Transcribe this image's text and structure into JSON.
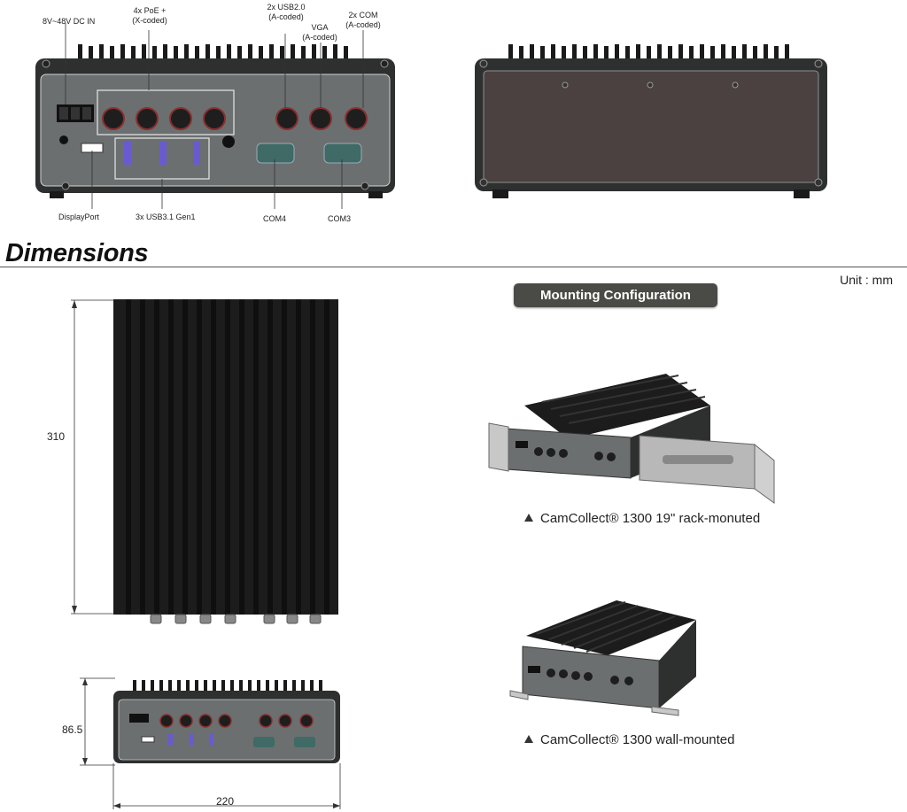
{
  "callouts": {
    "dc_in": "8V~48V DC IN",
    "poe_line1": "4x PoE +",
    "poe_line2": "(X-coded)",
    "usb2_line1": "2x USB2.0",
    "usb2_line2": "(A-coded)",
    "vga_line1": "VGA",
    "vga_line2": "(A-coded)",
    "com_line1": "2x COM",
    "com_line2": "(A-coded)",
    "displayport": "DisplayPort",
    "usb31": "3x USB3.1 Gen1",
    "com4": "COM4",
    "com3": "COM3"
  },
  "section": {
    "title": "Dimensions",
    "unit": "Unit : mm"
  },
  "dimensions": {
    "depth": "310",
    "height": "86.5",
    "width": "220"
  },
  "mounting": {
    "title": "Mounting Configuration",
    "rack_caption": "CamCollect® 1300 19\" rack-monuted",
    "wall_caption": "CamCollect® 1300 wall-mounted"
  },
  "colors": {
    "panel": "#6b6f70",
    "chassis": "#3a3c3c",
    "fins": "#1c1c1c",
    "usb_blue": "#6a5ad0",
    "pill": "#4a4a46"
  }
}
